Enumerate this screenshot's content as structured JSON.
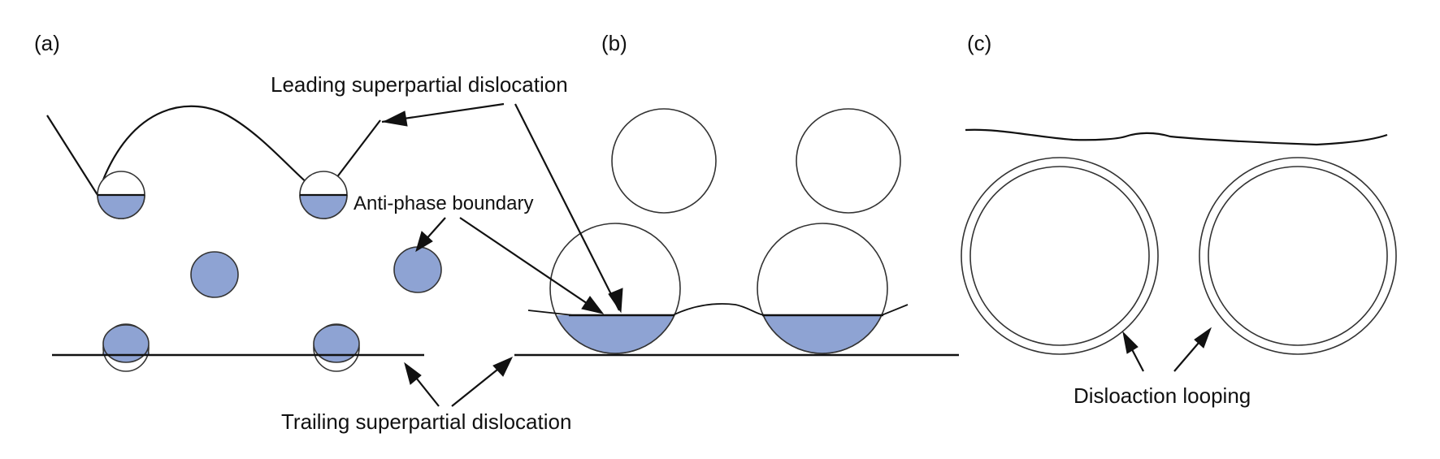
{
  "colors": {
    "precipitate_fill": "#8EA3D3",
    "line": "#111111",
    "background": "#FFFFFF"
  },
  "panels": [
    {
      "id": "a",
      "label": "(a)"
    },
    {
      "id": "b",
      "label": "(b)"
    },
    {
      "id": "c",
      "label": "(c)"
    }
  ],
  "labels": {
    "leading": "Leading superpartial dislocation",
    "apb": "Anti-phase boundary",
    "trailing": "Trailing superpartial dislocation",
    "looping": "Disloaction looping"
  }
}
